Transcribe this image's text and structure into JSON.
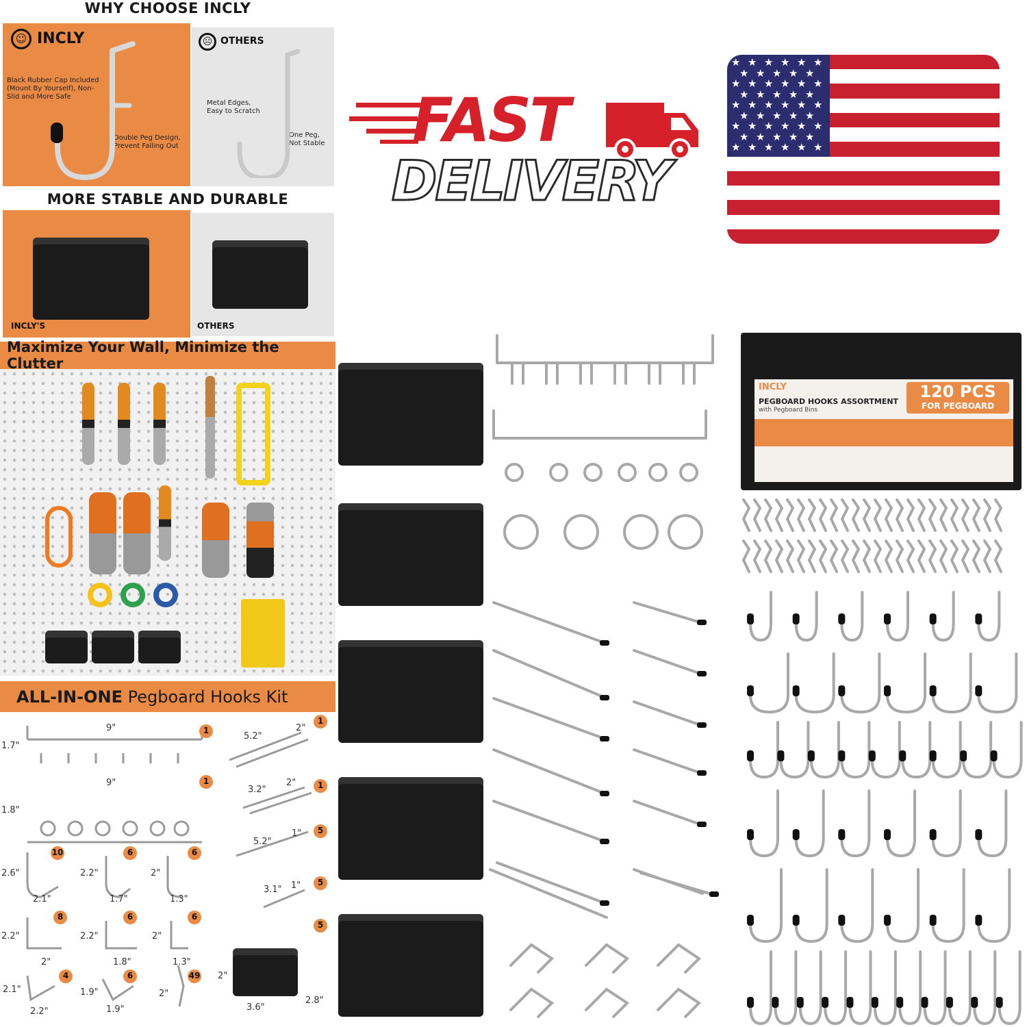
{
  "why": {
    "heading": "WHY CHOOSE INCLY",
    "incly_brand": "INCLY",
    "others_brand": "OTHERS",
    "incly_note1": "Black Rubber Cap Included (Mount By Yourself), Non-Slid and More Safe",
    "incly_note2": "Double Peg Design, Prevent Falling Out",
    "others_note1": "Metal Edges, Easy to Scratch",
    "others_note2": "One Peg, Not Stable"
  },
  "stable": {
    "heading": "MORE STABLE AND DURABLE",
    "incly_label": "INCLY'S",
    "others_label": "OTHERS"
  },
  "delivery": {
    "word1": "FAST",
    "word2": "DELIVERY"
  },
  "wall": {
    "heading": "Maximize Your Wall, Minimize the Clutter"
  },
  "kit": {
    "heading_bold": "ALL-IN-ONE",
    "heading_rest": " Pegboard Hooks Kit",
    "items": [
      {
        "w": "9\"",
        "h": "1.7\"",
        "count": "1"
      },
      {
        "w": "9\"",
        "h": "1.8\"",
        "count": "1"
      },
      {
        "w": "5.2\"",
        "h": "2\"",
        "count": "1"
      },
      {
        "w": "3.2\"",
        "h": "2\"",
        "count": "1"
      },
      {
        "w": "5.2\"",
        "h": "1\"",
        "count": "5"
      },
      {
        "w": "3.1\"",
        "h": "1\"",
        "count": "5"
      },
      {
        "w": "2.1\"",
        "h": "2.6\"",
        "count": "10"
      },
      {
        "w": "1.7\"",
        "h": "2.2\"",
        "count": "6"
      },
      {
        "w": "1.3\"",
        "h": "2\"",
        "count": "6"
      },
      {
        "w": "2\"",
        "h": "2.2\"",
        "count": "8"
      },
      {
        "w": "1.8\"",
        "h": "2.2\"",
        "count": "6"
      },
      {
        "w": "1.3\"",
        "h": "2\"",
        "count": "6"
      },
      {
        "w": "2.2\"",
        "h": "2.1\"",
        "count": "4"
      },
      {
        "w": "1.9\"",
        "h": "1.9\"",
        "count": "6"
      },
      {
        "w": "",
        "h": "2\"",
        "count": "49"
      },
      {
        "w": "3.6\"",
        "h": "2\"",
        "d": "2.8\"",
        "count": "5"
      }
    ],
    "pcs": "PCS"
  },
  "box": {
    "brand": "INCLY",
    "title": "PEGBOARD HOOKS ASSORTMENT",
    "subtitle": "with Pegboard Bins",
    "badge_main": "120 PCS",
    "badge_sub": "FOR PEGBOARD"
  },
  "colors": {
    "accent": "#e98a45",
    "flag_red": "#c8202f",
    "flag_blue": "#2b2d6e",
    "delivery_red": "#d6202a"
  }
}
